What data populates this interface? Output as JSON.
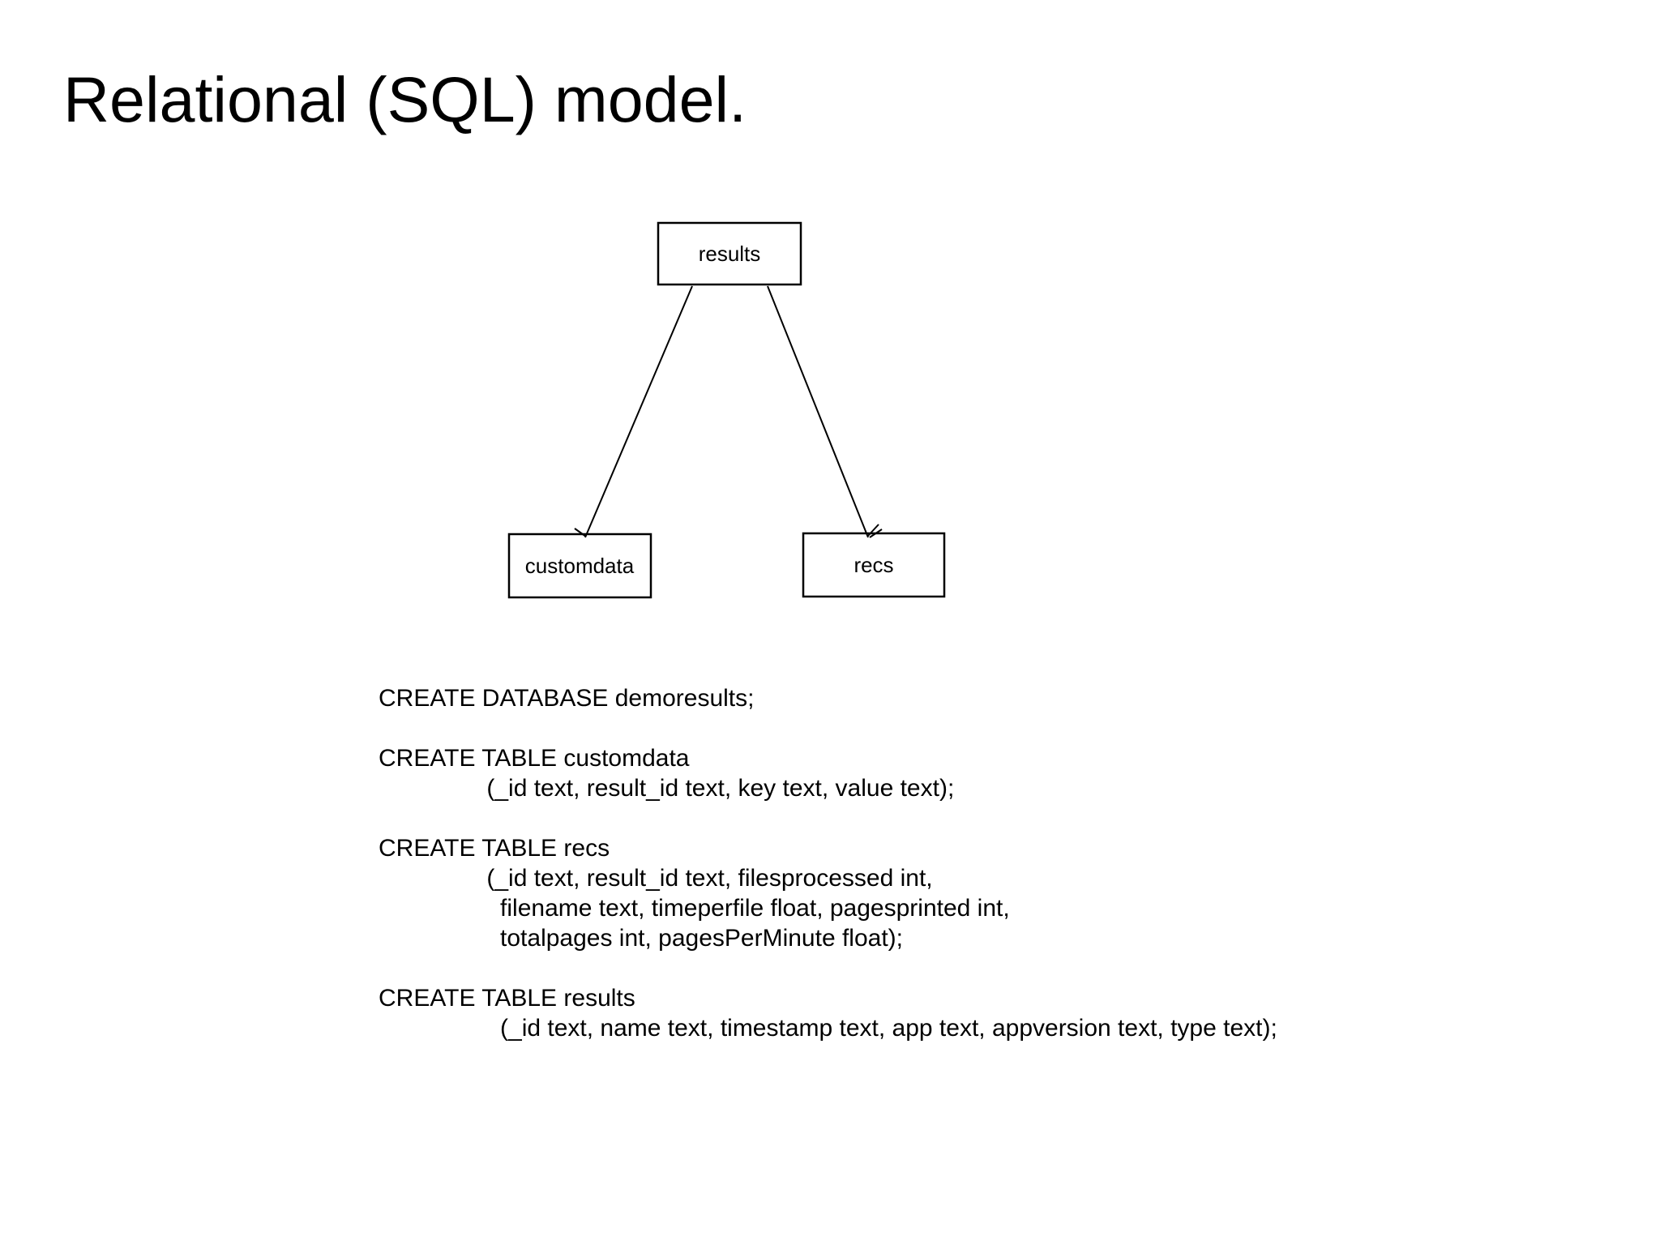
{
  "slide": {
    "title": "Relational (SQL) model.",
    "background_color": "#ffffff",
    "text_color": "#000000",
    "line_color": "#000000"
  },
  "diagram": {
    "nodes": [
      {
        "id": "results",
        "label": "results"
      },
      {
        "id": "customdata",
        "label": "customdata"
      },
      {
        "id": "recs",
        "label": "recs"
      }
    ],
    "edges": [
      {
        "from": "results",
        "to": "customdata",
        "arrowhead": "open-arrow-at-child"
      },
      {
        "from": "results",
        "to": "recs",
        "arrowhead": "open-arrow-at-child"
      }
    ]
  },
  "sql": {
    "code": "CREATE DATABASE demoresults;\n\nCREATE TABLE customdata\n                (_id text, result_id text, key text, value text);\n\nCREATE TABLE recs\n                (_id text, result_id text, filesprocessed int,\n                  filename text, timeperfile float, pagesprinted int,\n                  totalpages int, pagesPerMinute float);\n\nCREATE TABLE results\n                  (_id text, name text, timestamp text, app text, appversion text, type text);"
  }
}
